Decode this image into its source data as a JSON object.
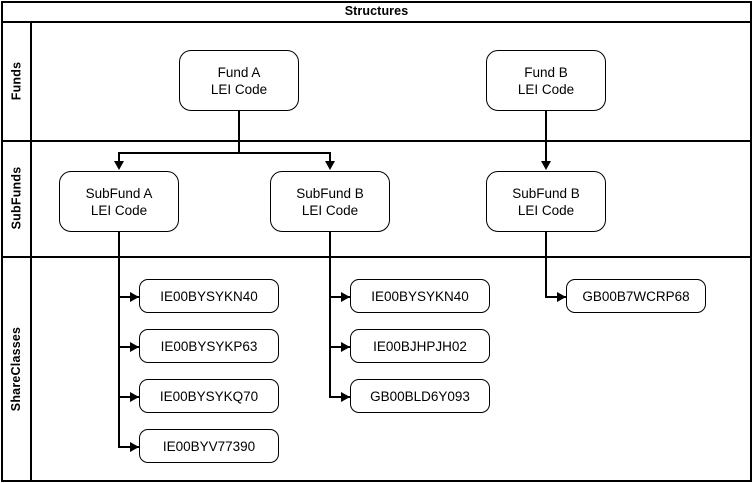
{
  "header": {
    "title": "Structures"
  },
  "rows": [
    {
      "label": "Funds"
    },
    {
      "label": "SubFunds"
    },
    {
      "label": "ShareClasses"
    }
  ],
  "funds": [
    {
      "name": "Fund A",
      "identifier": "LEI Code"
    },
    {
      "name": "Fund B",
      "identifier": "LEI Code"
    }
  ],
  "subfunds": [
    {
      "name": "SubFund A",
      "identifier": "LEI Code"
    },
    {
      "name": "SubFund B",
      "identifier": "LEI Code"
    },
    {
      "name": "SubFund B",
      "identifier": "LEI Code"
    }
  ],
  "shareclasses": {
    "subfund_a": [
      {
        "isin": "IE00BYSYKN40"
      },
      {
        "isin": "IE00BYSYKP63"
      },
      {
        "isin": "IE00BYSYKQ70"
      },
      {
        "isin": "IE00BYV77390"
      }
    ],
    "subfund_b_left": [
      {
        "isin": "IE00BYSYKN40"
      },
      {
        "isin": "IE00BJHPJH02"
      },
      {
        "isin": "GB00BLD6Y093"
      }
    ],
    "subfund_b_right": [
      {
        "isin": "GB00B7WCRP68"
      }
    ]
  },
  "colors": {
    "stroke": "#000000",
    "fill": "#ffffff",
    "text": "#000000"
  }
}
